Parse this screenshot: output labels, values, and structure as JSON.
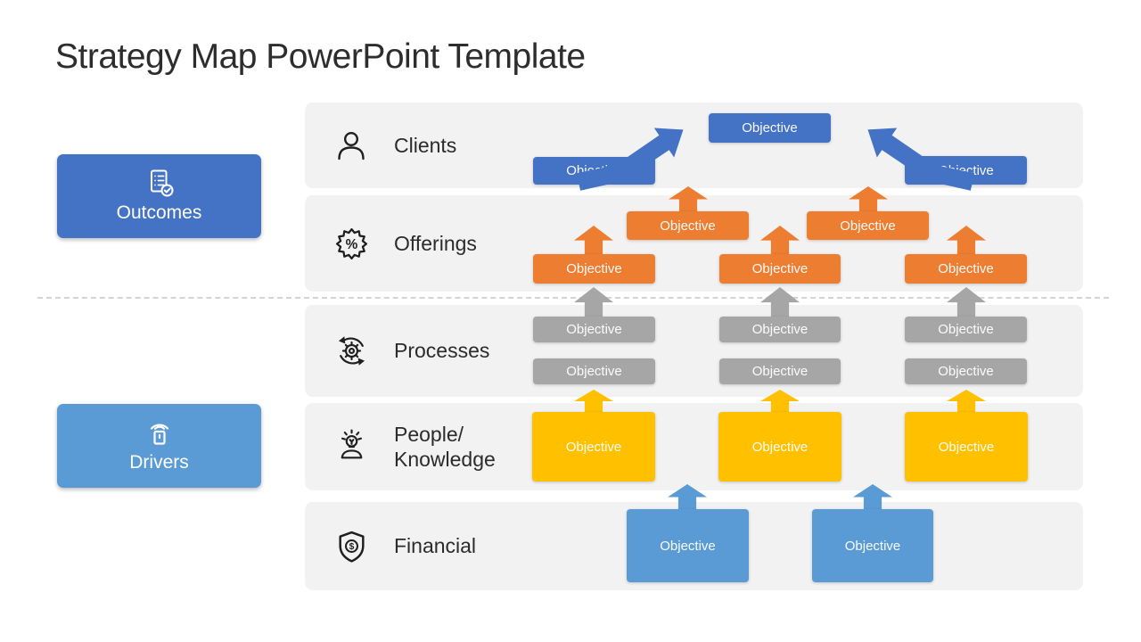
{
  "slide": {
    "title": "Strategy Map PowerPoint Template"
  },
  "labels": {
    "objective": "Objective"
  },
  "sidebar": {
    "outcomes": {
      "label": "Outcomes",
      "icon": "checklist-check-icon",
      "color": "#4472C4"
    },
    "drivers": {
      "label": "Drivers",
      "icon": "signal-antenna-icon",
      "color": "#5B9BD5"
    }
  },
  "rows": [
    {
      "label": "Clients",
      "icon": "person-icon",
      "objective_color": "#4472C4",
      "objective_count": 3
    },
    {
      "label": "Offerings",
      "icon": "percent-badge-icon",
      "objective_color": "#ED7D31",
      "objective_count": 5
    },
    {
      "label": "Processes",
      "icon": "gear-cycle-icon",
      "objective_color": "#A6A6A6",
      "objective_count": 6
    },
    {
      "label": "People/\nKnowledge",
      "icon": "idea-person-icon",
      "objective_color": "#FFC000",
      "objective_count": 3
    },
    {
      "label": "Financial",
      "icon": "shield-dollar-icon",
      "objective_color": "#5B9BD5",
      "objective_count": 2
    }
  ],
  "colors": {
    "primary_blue": "#4472C4",
    "light_blue": "#5B9BD5",
    "orange": "#ED7D31",
    "gray": "#A6A6A6",
    "yellow": "#FFC000",
    "band_background": "#F2F2F2"
  }
}
